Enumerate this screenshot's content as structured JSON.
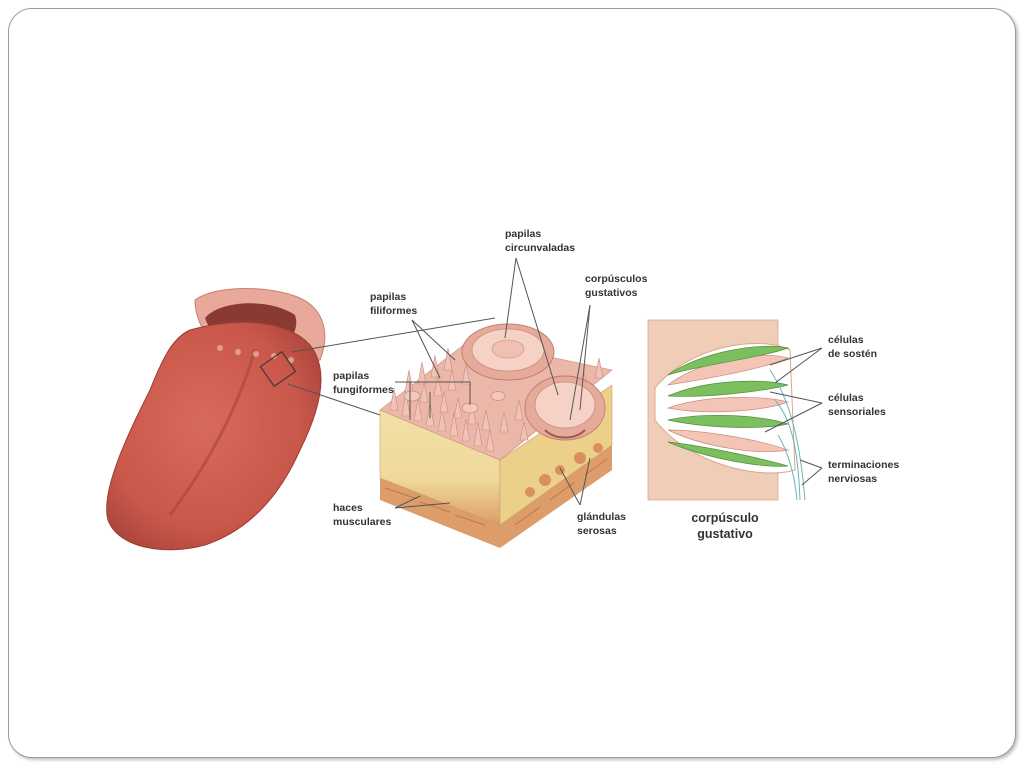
{
  "labels": {
    "papilas_circunvaladas": [
      "papilas",
      "circunvaladas"
    ],
    "papilas_filiformes": [
      "papilas",
      "filiformes"
    ],
    "papilas_fungiformes": [
      "papilas",
      "fungiformes"
    ],
    "corpusculos_gustativos": [
      "corpúsculos",
      "gustativos"
    ],
    "haces_musculares": [
      "haces",
      "musculares"
    ],
    "glandulas_serosas": [
      "glándulas",
      "serosas"
    ],
    "celulas_sosten": [
      "células",
      "de sostén"
    ],
    "celulas_sensoriales": [
      "células",
      "sensoriales"
    ],
    "terminaciones_nerviosas": [
      "terminaciones",
      "nerviosas"
    ],
    "corpusculo_caption": [
      "corpúsculo",
      "gustativo"
    ]
  },
  "colors": {
    "tongue": "#c9574a",
    "papillae": "#eab7a8",
    "connective": "#efd99a",
    "muscle": "#dc9d6a",
    "sensory_green": "#7cbf5e"
  }
}
